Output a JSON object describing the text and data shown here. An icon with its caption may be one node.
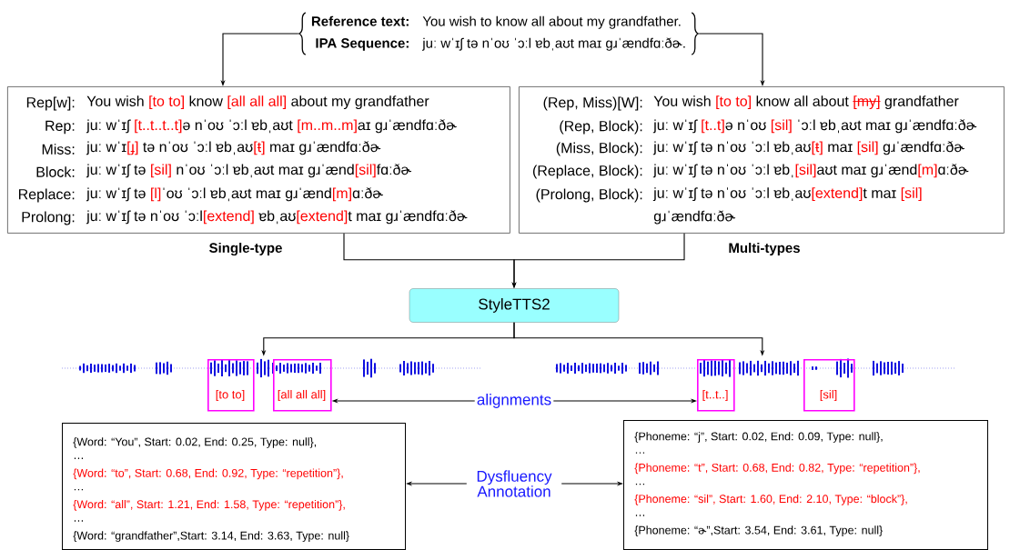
{
  "diagram": {
    "nodes": [
      {
        "text": [
          "Reference text:",
          "You wish to know all about my grandfather.",
          "IPA Sequence:",
          "juː wˈɪʃ tə nˈoʊ ˈɔːl ɐbˌaʊt maɪ ɡɹˈændfɑːðɚ."
        ]
      },
      {
        "text": [
          "Rep[w]:",
          "You wish",
          "[to to]",
          "know",
          "[all all all]",
          "about my grandfather",
          "Rep:",
          "juː wˈɪʃ",
          "[t..t..t..t]",
          "ə nˈoʊ ˈɔːl ɐbˌaʊt",
          "[m..m..m]",
          "aɪ ɡɹˈændfɑːðɚ",
          "Miss:",
          "juː wˈɪ",
          "[ɟ]",
          "tə nˈoʊ ˈɔːl ɐbˌaʊ",
          "[ŧ]",
          "maɪ ɡɹˈændfɑːðɚ",
          "Block:",
          "juː wˈɪʃ tə",
          "[sil]",
          "nˈoʊ ˈɔːl ɐbˌaʊt maɪ ɡɹˈænd",
          "[sil]",
          "fɑːðɚ",
          "Replace:",
          "juː wˈɪʃ tə",
          "[l]",
          "ˈoʊ ˈɔːl ɐbˌaʊt maɪ ɡɹˈænd",
          "[m]",
          "ɑːðɚ",
          "Prolong:",
          "juː wˈɪʃ tə nˈoʊ ˈɔːl",
          "[extend]",
          "ɐbˌaʊ",
          "[extend]",
          "t maɪ ɡɹˈændfɑːðɚ",
          "Single-type"
        ]
      },
      {
        "text": [
          "(Rep, Miss)[W]:",
          "You wish",
          "[to to]",
          "know all about",
          "[my]",
          "grandfather",
          "(Rep, Block):",
          "juː wˈɪʃ",
          "[t..t]",
          "ə nˈoʊ",
          "[sil]",
          "ˈɔːl ɐbˌaʊt maɪ ɡɹˈændfɑːðɚ",
          "(Miss, Block):",
          "juː wˈɪʃ tə nˈoʊ ˈɔːl ɐbˌaʊ",
          "[ŧ]",
          "maɪ",
          "[sil]",
          "ɡɹˈændfɑːðɚ",
          "(Replace, Block):",
          "juː wˈɪʃ tə nˈoʊ ˈɔːl ɐbˌ",
          "[sil]",
          "aʊt maɪ ɡɹˈænd",
          "[m]",
          "ɑːðɚ",
          "(Prolong, Block):",
          "juː wˈɪʃ tə nˈoʊ ˈɔːl ɐbˌaʊ",
          "[extend]",
          "t maɪ",
          "[sil]",
          "ɡɹˈændfɑːðɚ",
          "Multi-types"
        ]
      },
      {
        "text": [
          "StyleTTS2"
        ]
      },
      {
        "text": [],
        "shape": "picture"
      },
      {
        "text": [],
        "shape": "picture"
      },
      {
        "text": [
          "[to to]"
        ]
      },
      {
        "text": [
          "[all all all]"
        ]
      },
      {
        "text": [
          "[t..t..]"
        ]
      },
      {
        "text": [
          "[sil]"
        ]
      },
      {
        "text": [
          "alignments"
        ]
      },
      {
        "text": [
          "{Word: “You”, Start: 0.02, End: 0.25, Type: null},",
          "…",
          "{Word: “to”, Start: 0.68, End: 0.92, Type: “repetition”},",
          "…",
          "{Word: “all”, Start: 1.21, End: 1.58, Type: “repetition”},",
          "…",
          "{Word: “grandfather”,Start: 3.14, End: 3.63, Type: null}"
        ]
      },
      {
        "text": [
          "Dysfluency Annotation"
        ]
      },
      {
        "text": [
          "{Phoneme: “j”, Start: 0.02, End: 0.09, Type: null},",
          "…",
          "{Phoneme: “t”, Start: 0.68, End: 0.82, Type: “repetition”},",
          "…",
          "{Phoneme: “sil”, Start: 1.60, End: 2.10, Type: “block”},",
          "…",
          "{Phoneme: “ɚ”,Start: 3.54, End: 3.61, Type: null}"
        ]
      }
    ],
    "edges": [
      {
        "from": 0,
        "to": 1,
        "arrow": "to"
      },
      {
        "from": 0,
        "to": 2,
        "arrow": "to"
      },
      {
        "from": 1,
        "to": 3,
        "arrow": "to"
      },
      {
        "from": 2,
        "to": 3,
        "arrow": "to"
      },
      {
        "from": 3,
        "to": 4,
        "arrow": "to"
      },
      {
        "from": 3,
        "to": 5,
        "arrow": "to"
      },
      {
        "from": 10,
        "to": 7,
        "arrow": "to"
      },
      {
        "from": 10,
        "to": 8,
        "arrow": "to"
      },
      {
        "from": 12,
        "to": 11,
        "arrow": "to"
      },
      {
        "from": 12,
        "to": 13,
        "arrow": "to"
      }
    ]
  }
}
